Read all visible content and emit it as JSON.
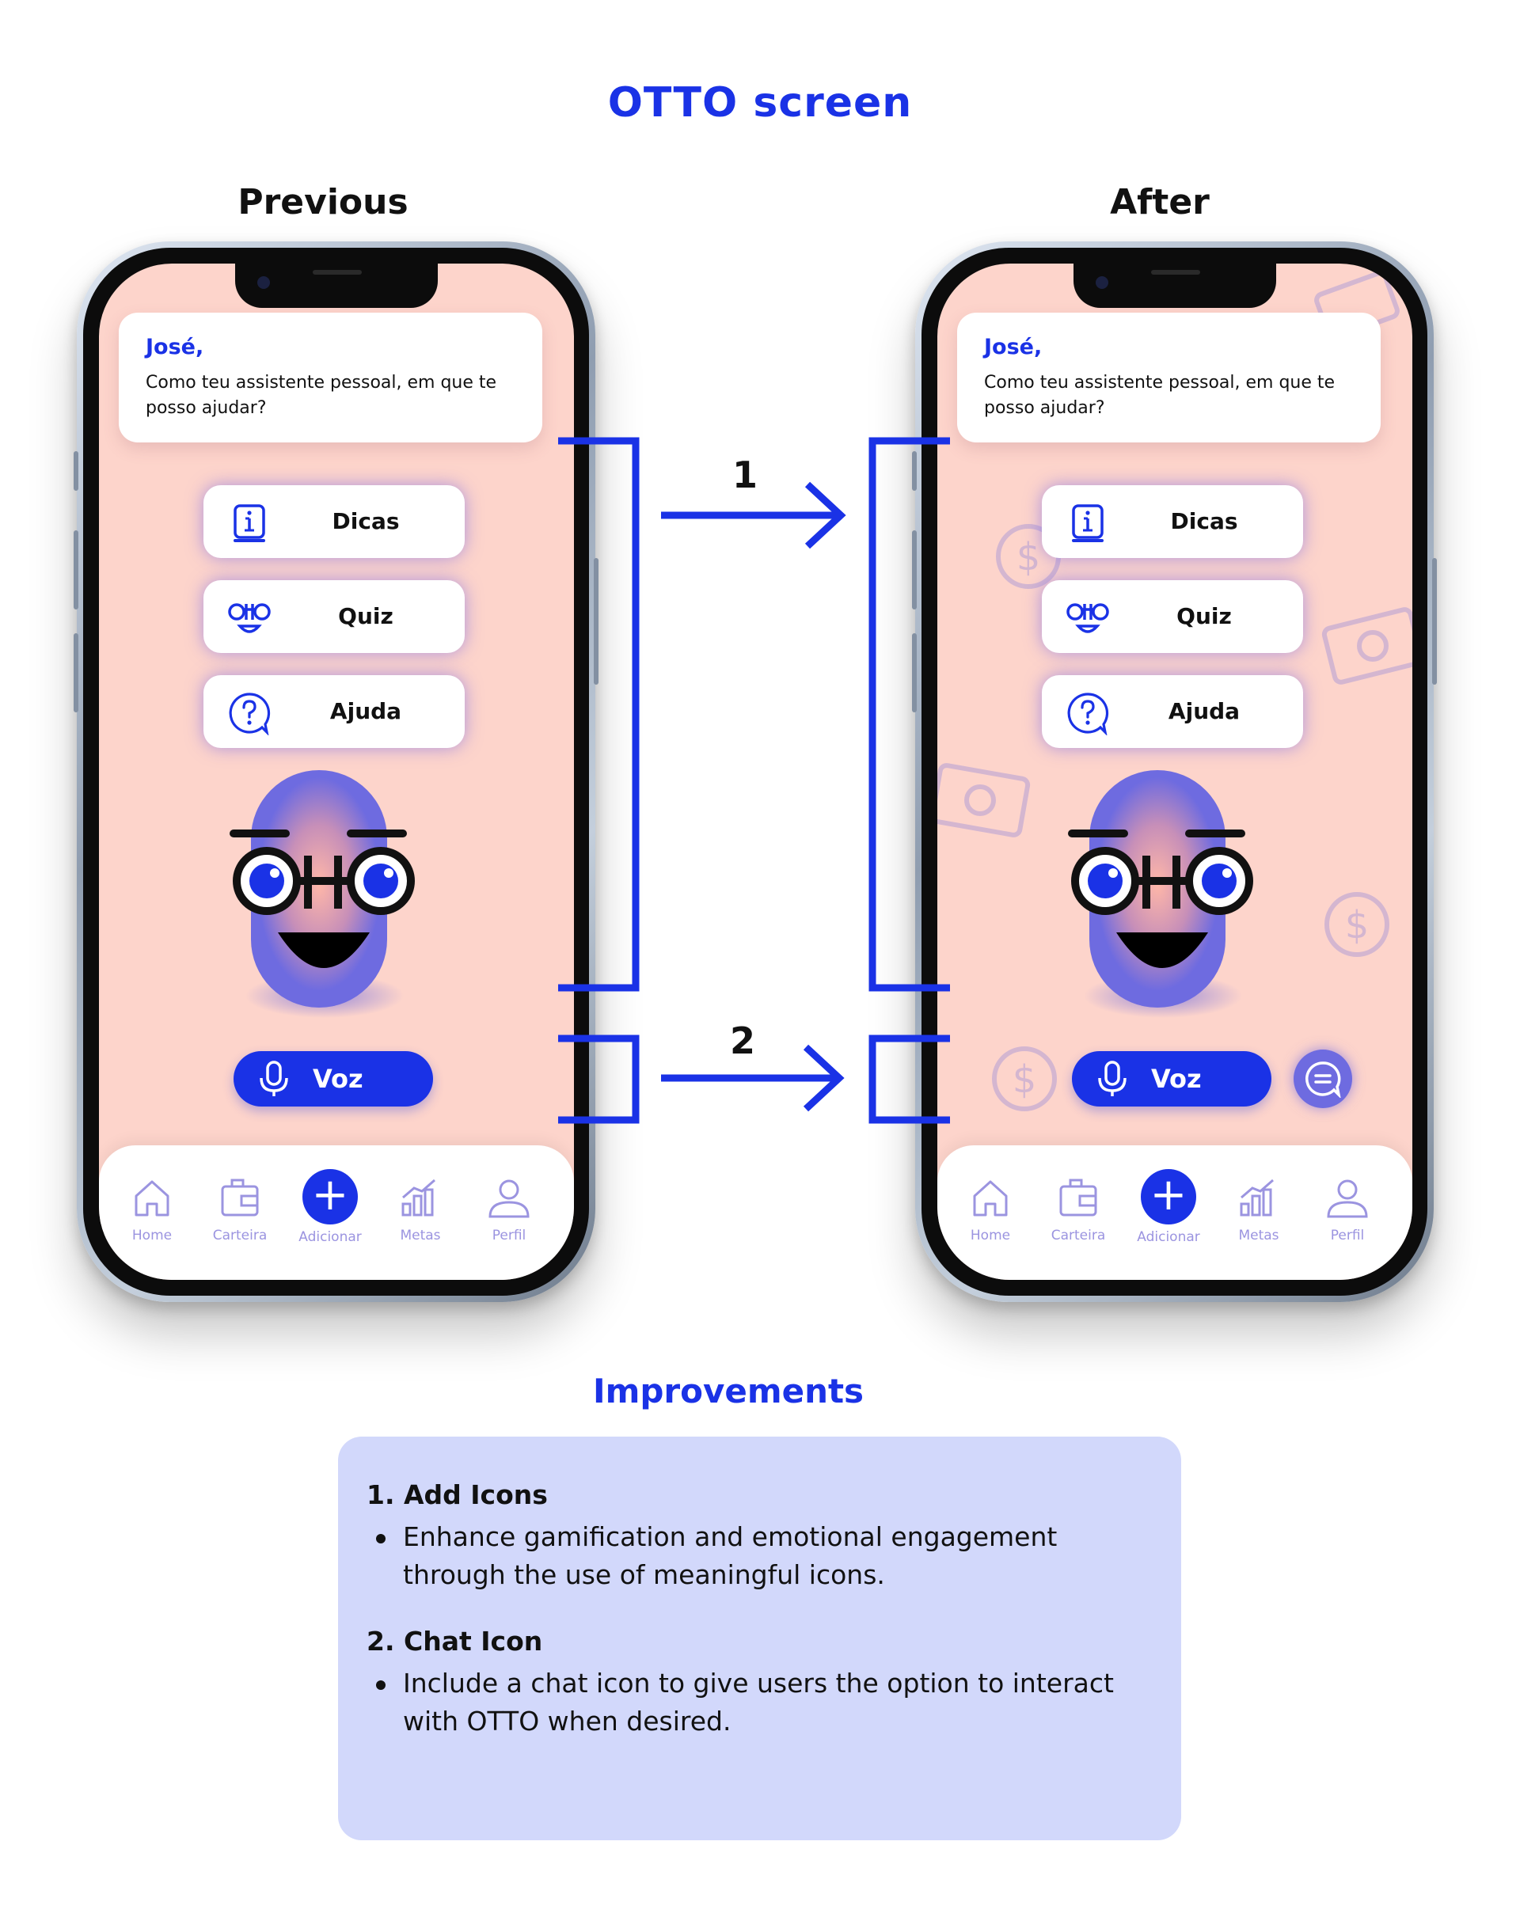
{
  "page": {
    "title": "OTTO screen"
  },
  "columns": {
    "previous": "Previous",
    "after": "After"
  },
  "phone": {
    "greeting": {
      "name": "José,",
      "message": "Como teu assistente pessoal, em que te posso ajudar?"
    },
    "menu": [
      {
        "label": "Dicas",
        "icon": "info-book-icon"
      },
      {
        "label": "Quiz",
        "icon": "otto-quiz-icon"
      },
      {
        "label": "Ajuda",
        "icon": "help-question-icon"
      }
    ],
    "voice_button": {
      "label": "Voz",
      "icon": "microphone-icon"
    },
    "chat_button": {
      "icon": "chat-bubble-icon"
    },
    "tabbar": [
      {
        "label": "Home",
        "icon": "home-icon"
      },
      {
        "label": "Carteira",
        "icon": "wallet-icon"
      },
      {
        "label": "Adicionar",
        "icon": "plus-icon"
      },
      {
        "label": "Metas",
        "icon": "bar-chart-icon"
      },
      {
        "label": "Perfil",
        "icon": "user-icon"
      }
    ]
  },
  "connectors": {
    "one": "1",
    "two": "2"
  },
  "improvements": {
    "title": "Improvements",
    "items": [
      {
        "heading": "1. Add Icons",
        "bullet": "Enhance gamification and emotional engagement through the use of meaningful icons."
      },
      {
        "heading": "2. Chat Icon",
        "bullet": "Include a chat icon to give users the option to interact with OTTO when desired."
      }
    ]
  },
  "colors": {
    "accent": "#1a32e6",
    "screen_bg": "#fdd4cb",
    "otto_purple": "#6e6be0",
    "panel_bg": "#d2d8fb",
    "tab_label": "#9b94e0"
  }
}
